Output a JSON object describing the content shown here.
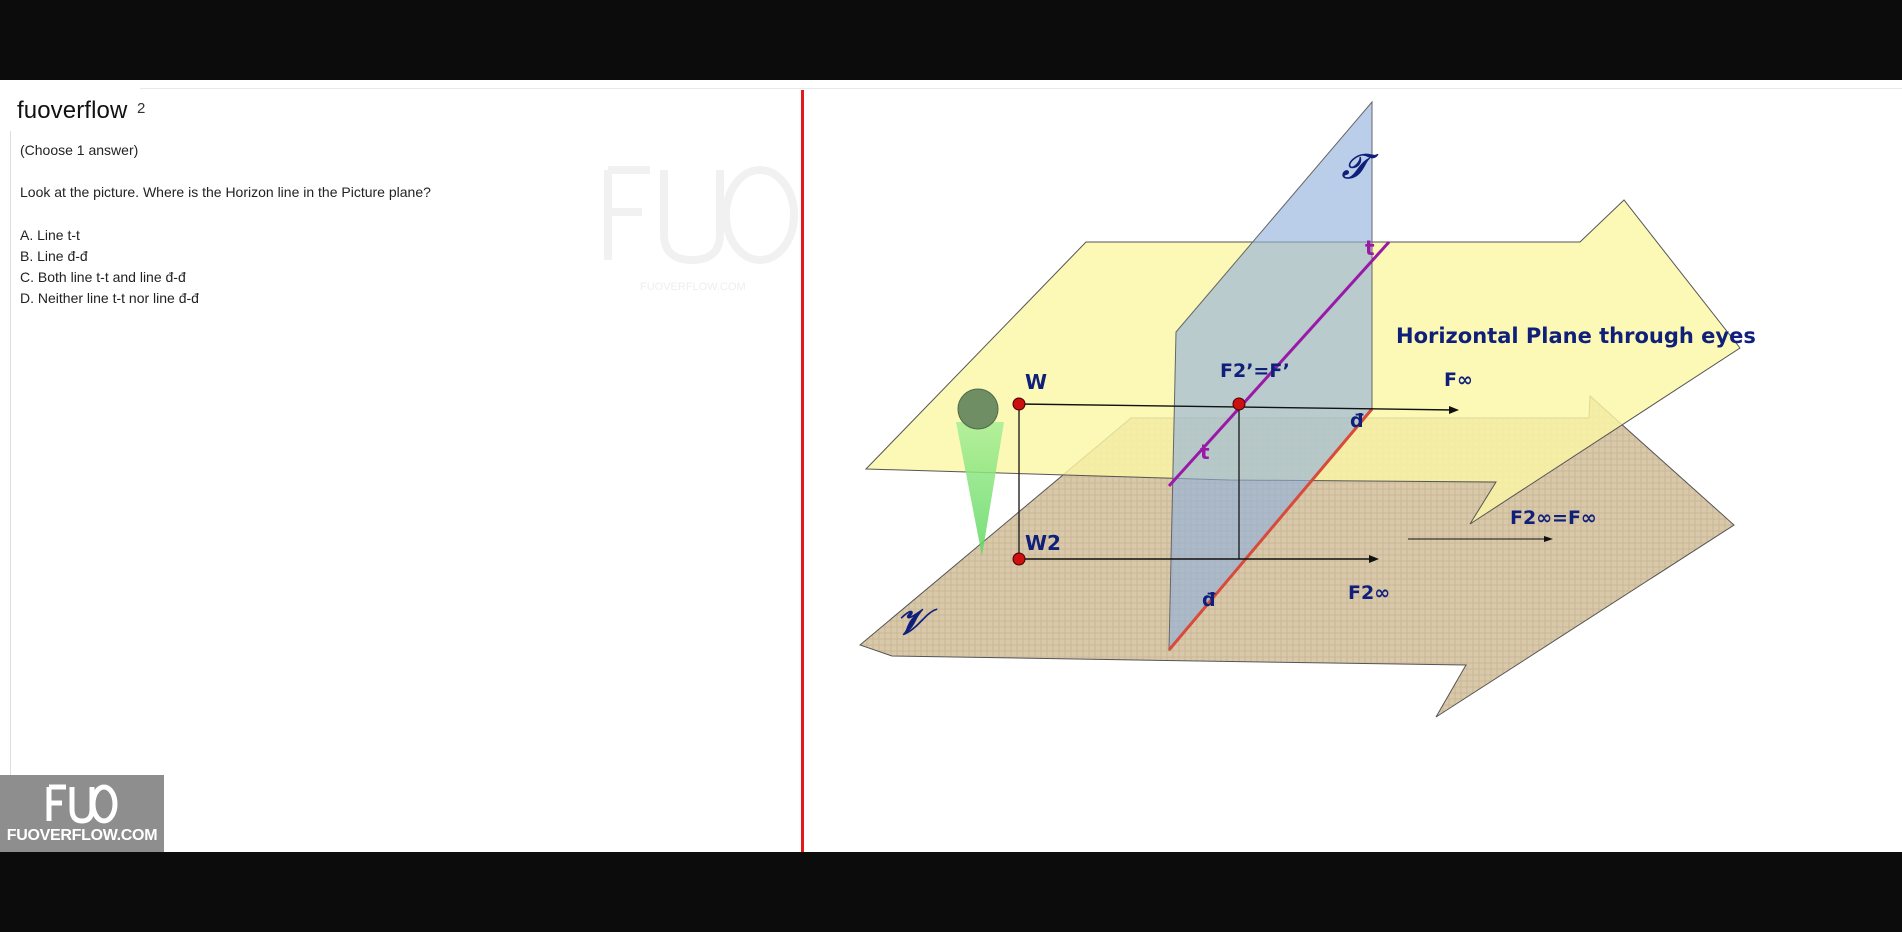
{
  "header": {
    "brand": "fuoverflow",
    "question_number": "2"
  },
  "question": {
    "instruction": "(Choose 1 answer)",
    "text": "Look at the picture. Where is the Horizon line in the Picture plane?",
    "options": [
      "A. Line t-t",
      "B. Line đ-đ",
      "C. Both line t-t and line đ-đ",
      "D. Neither line t-t nor line đ-đ"
    ]
  },
  "watermark": {
    "center_url": "FUOVERFLOW.COM",
    "logo_mark": "FUO",
    "logo_text": "FUOVERFLOW.COM"
  },
  "figure": {
    "label_picture_plane": "𝒯",
    "label_ground_plane": "𝒱",
    "label_horizontal_plane": "Horizontal Plane through eyes",
    "label_W": "W",
    "label_W2": "W2",
    "label_F2F": "F2’=F’",
    "label_Finf": "F∞",
    "label_F2inf": "F2∞",
    "label_F2inf_eq": "F2∞=F∞",
    "label_t_top": "t",
    "label_t_bottom": "t",
    "label_d_top": "đ",
    "label_d_bottom": "đ",
    "colors": {
      "horizontal_plane": "#fbf6a6",
      "ground_plane": "#d8c7a8",
      "picture_plane": "#8fb0dc",
      "line_t": "#9a1aa8",
      "line_d": "#d84a3a",
      "label_blue": "#0f1f7a",
      "point_red": "#cc1010",
      "divider": "#e01a1a",
      "figure_green": "#7ee07a"
    }
  }
}
